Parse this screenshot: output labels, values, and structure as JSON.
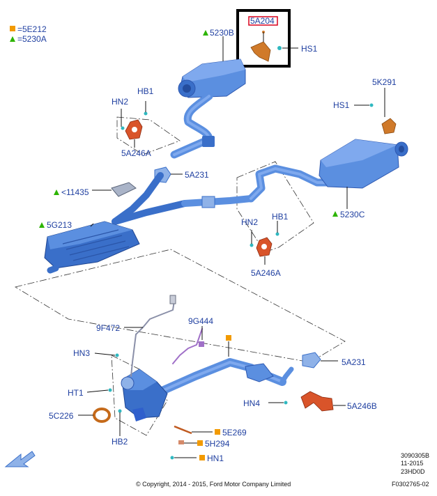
{
  "legend": {
    "square_code": "=5E212",
    "triangle_code": "=5230A",
    "square_color": "#f29a00",
    "triangle_color": "#2db400"
  },
  "labels": {
    "l5230B": "5230B",
    "l5A204": "5A204",
    "lHS1_top": "HS1",
    "lHB1_left": "HB1",
    "lHN2_left": "HN2",
    "l5A246A_left": "5A246A",
    "l5K291": "5K291",
    "lHS1_right": "HS1",
    "l5A231_top": "5A231",
    "l11435": "<11435",
    "l5G213": "5G213",
    "l5230C": "5230C",
    "lHN2_mid": "HN2",
    "lHB1_mid": "HB1",
    "l5A246A_mid": "5A246A",
    "l9F472": "9F472",
    "l9G444": "9G444",
    "lHN3": "HN3",
    "l5A231_bottom": "5A231",
    "lHT1": "HT1",
    "lHN4": "HN4",
    "l5A246B": "5A246B",
    "l5C226": "5C226",
    "lHB2": "HB2",
    "l5E269": "5E269",
    "l5H294": "5H294",
    "lHN1": "HN1"
  },
  "meta": {
    "code1": "3090305B",
    "date": "11-2015",
    "code2": "23HD0D",
    "figure_id": "F0302765-02",
    "copyright": "© Copyright, 2014 - 2015, Ford Motor Company Limited"
  },
  "colors": {
    "label_blue": "#1f3fa0",
    "pipe_blue": "#5b8fe0",
    "pipe_dark": "#3a6fc9",
    "converter_blue": "#2f5fcc",
    "bracket_orange": "#d07a2a",
    "hanger_red": "#d9542a",
    "fastener_cyan": "#2fb8c0",
    "highlight_red": "#d8001c"
  },
  "icons": {
    "arrow": "direction-arrow-icon",
    "square": "orange-square-icon",
    "triangle": "green-triangle-icon"
  }
}
